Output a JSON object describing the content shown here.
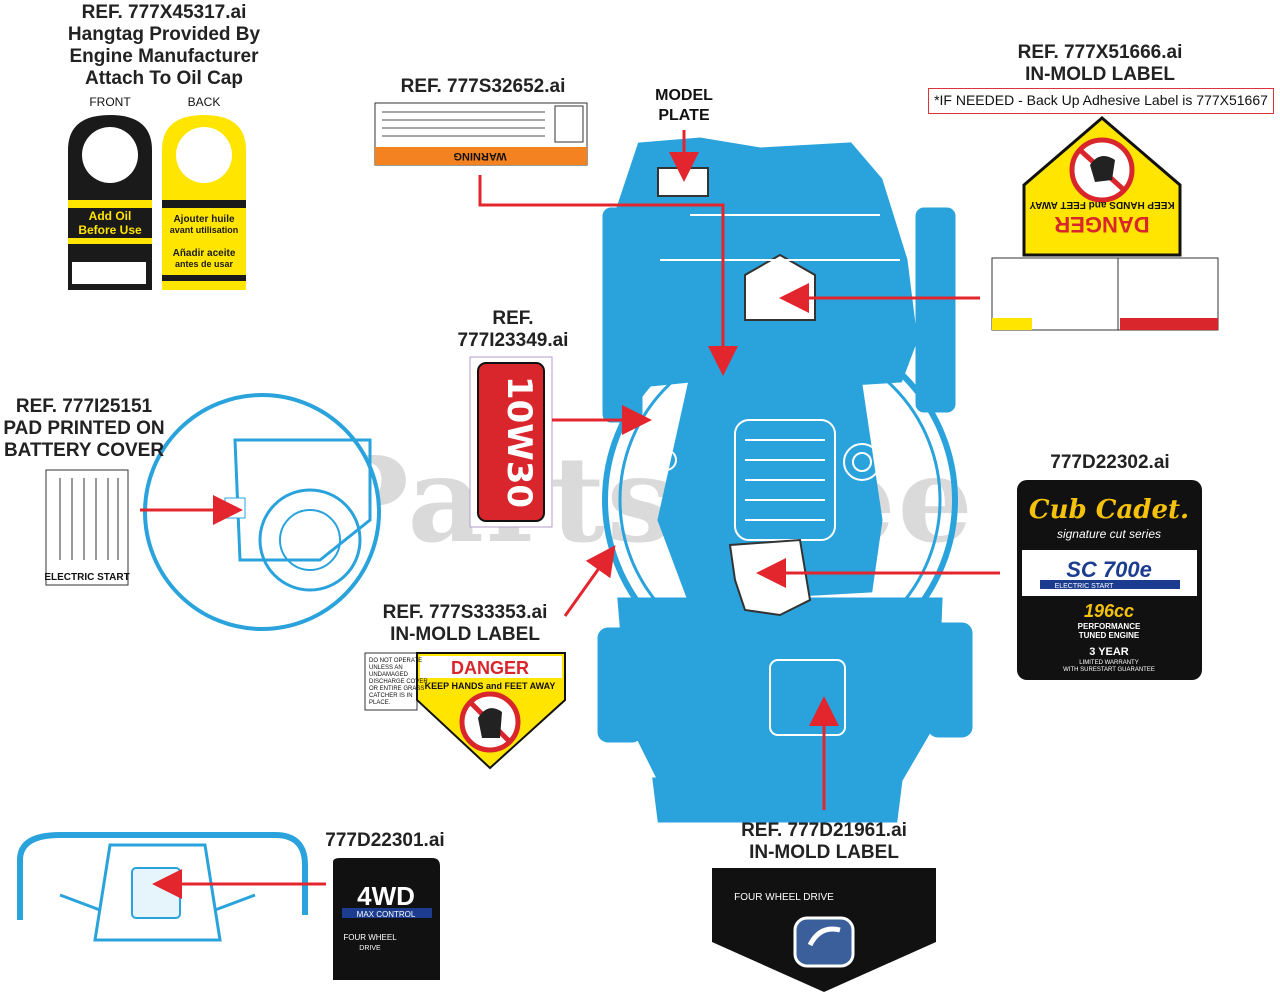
{
  "refs": {
    "hangtag": {
      "ref": "REF. 777X45317.ai",
      "lines": [
        "Hangtag Provided By",
        "Engine Manufacturer",
        "Attach To Oil Cap"
      ]
    },
    "warning_label": {
      "ref": "REF. 777S32652.ai"
    },
    "model_plate": {
      "lines": [
        "MODEL",
        "PLATE"
      ]
    },
    "inmold_top": {
      "ref": "REF. 777X51666.ai",
      "sub": "IN-MOLD LABEL",
      "note": "*IF NEEDED - Back Up Adhesive Label is 777X51667"
    },
    "oil_label": {
      "lines": [
        "REF.",
        "777I23349.ai"
      ]
    },
    "battery": {
      "ref": "REF. 777I25151",
      "lines": [
        "PAD PRINTED ON",
        "BATTERY COVER"
      ]
    },
    "cubcadet": {
      "ref": "777D22302.ai"
    },
    "danger_side": {
      "ref": "REF. 777S33353.ai",
      "sub": "IN-MOLD LABEL"
    },
    "fourwd": {
      "ref": "777D22301.ai"
    },
    "fourwheel": {
      "ref": "REF. 777D21961.ai",
      "sub": "IN-MOLD LABEL"
    }
  },
  "hangtag": {
    "front_label": "FRONT",
    "back_label": "BACK",
    "front_text": [
      "Add Oil",
      "Before Use"
    ],
    "back_text": [
      "Ajouter huile",
      "avant utilisation",
      "Añadir aceite",
      "antes de usar"
    ]
  },
  "warning_text": "WARNING",
  "oil_text": "10W30",
  "battery_text": "ELECTRIC START",
  "danger_label": {
    "title": "DANGER",
    "subtitle": "KEEP HANDS and FEET AWAY",
    "side_text": [
      "DO NOT OPERATE",
      "UNLESS AN",
      "UNDAMAGED",
      "DISCHARGE COVER",
      "OR ENTIRE GRASS",
      "CATCHER IS IN",
      "PLACE."
    ]
  },
  "top_danger": {
    "title": "DANGER",
    "subtitle": "KEEP HANDS and FEET AWAY"
  },
  "cubcadet_label": {
    "brand": "Cub Cadet.",
    "series": "signature cut series",
    "model": "SC 700e",
    "model_sub": "ELECTRIC START",
    "engine": "196cc",
    "engine_sub": [
      "PERFORMANCE",
      "TUNED ENGINE"
    ],
    "warranty": "3 YEAR",
    "warranty_sub": [
      "LIMITED WARRANTY",
      "WITH SURESTART GUARANTEE"
    ]
  },
  "fourwd_label": {
    "big": "4WD",
    "bar": "MAX CONTROL",
    "small": [
      "FOUR WHEEL",
      "DRIVE"
    ]
  },
  "fourwheel_label": {
    "text": "FOUR WHEEL DRIVE"
  },
  "watermark": "PartsTree",
  "colors": {
    "mower_blue": "#2aa3dc",
    "arrow_red": "#e3262d",
    "warning_orange": "#f58220",
    "danger_yellow": "#ffe500",
    "danger_red": "#d9262c"
  }
}
